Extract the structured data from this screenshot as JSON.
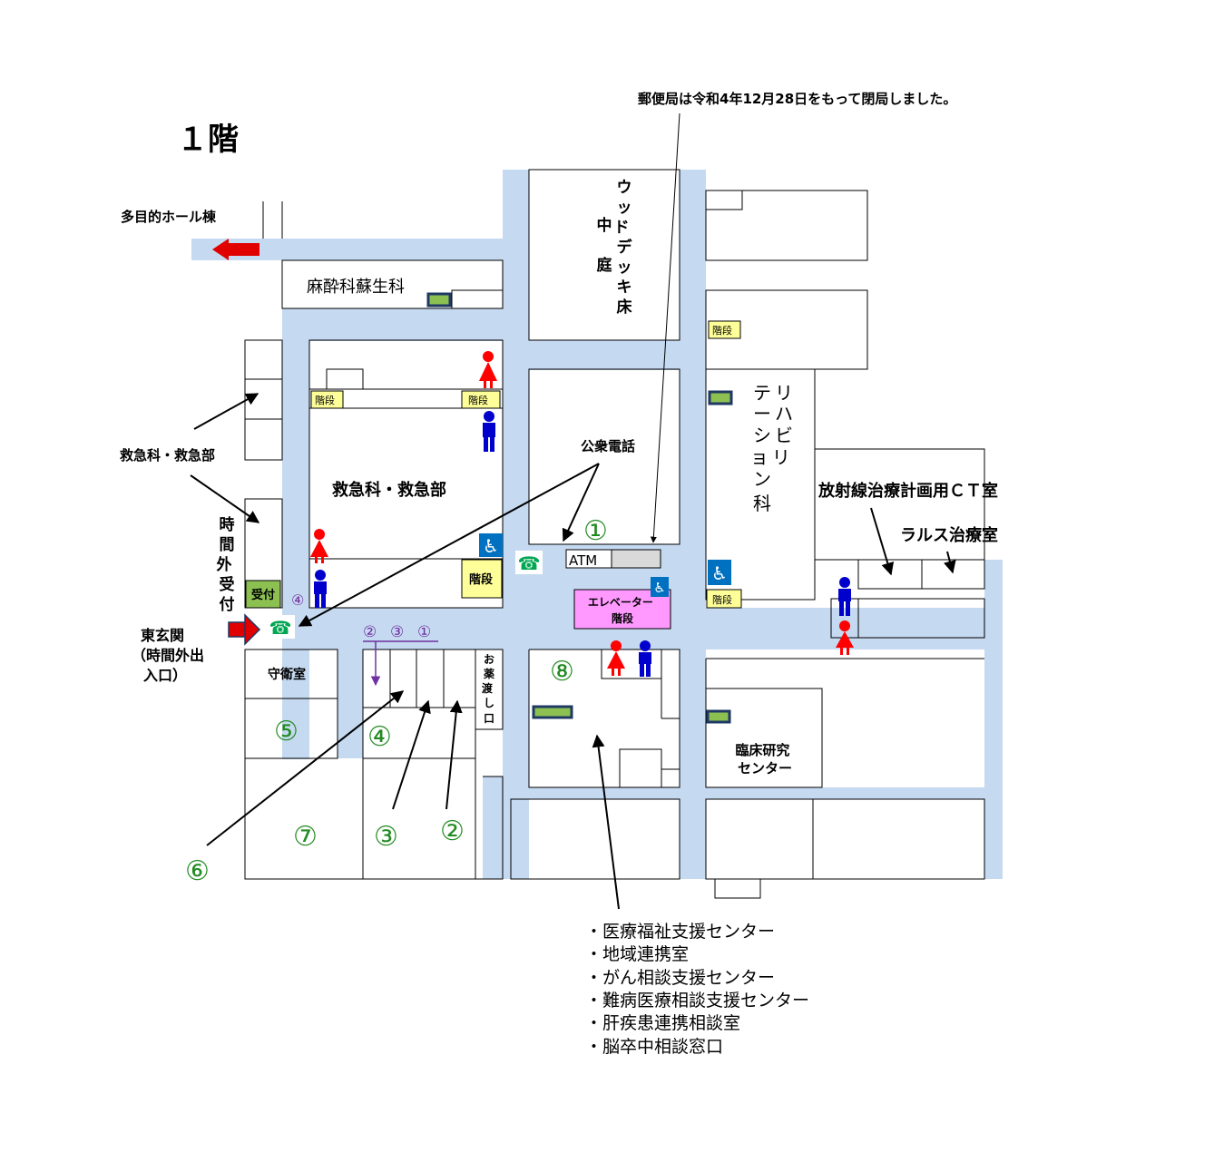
{
  "floor_title": "１階",
  "notice": "郵便局は令和4年12月28日をもって閉局しました。",
  "labels": {
    "multipurpose_hall": "多目的ホール棟",
    "anesthesiology": "麻酔科蘇生科",
    "wood_deck_v1": "ウッドデッキ床",
    "courtyard_v": "中庭",
    "emergency_side": "救急科・救急部",
    "emergency_main": "救急科・救急部",
    "after_hours_v": "時間外受付",
    "reception": "受付",
    "east_entrance": [
      "東玄関",
      "（時間外出",
      "入口）"
    ],
    "guard_room": "守衛室",
    "public_phone": "公衆電話",
    "atm": "ATM",
    "elevator": [
      "エレベーター",
      "階段"
    ],
    "rehab_col1": "リハビリ",
    "rehab_col2": "テーション科",
    "radiation_ct": "放射線治療計画用ＣＴ室",
    "rals": "ラルス治療室",
    "clinical_research": [
      "臨床研究",
      "センター"
    ],
    "medicine_pickup_v": "お薬渡し口",
    "stairs": "階段",
    "route_numbers_top": [
      "②",
      "③",
      "①"
    ],
    "route_number_4": "④"
  },
  "circled_numbers": {
    "n1": "①",
    "n2": "②",
    "n3": "③",
    "n4": "④",
    "n5": "⑤",
    "n6": "⑥",
    "n7": "⑦",
    "n8": "⑧"
  },
  "services_list": [
    "・医療福祉支援センター",
    "・地域連携室",
    "・がん相談支援センター",
    "・難病医療相談支援センター",
    "・肝疾患連携相談室",
    "・脳卒中相談窓口"
  ],
  "icons": [
    "toilet-female-icon",
    "toilet-male-icon",
    "wheelchair-icon",
    "telephone-icon",
    "entrance-arrow-icon",
    "aed-box-icon"
  ],
  "colors": {
    "corridor": "#c5d9f1",
    "stairs": "#ffff99",
    "elevator": "#ff99ff",
    "reception": "#8cc152",
    "female": "#ff0000",
    "male": "#0000cc",
    "circled_number": "#228b22",
    "route_purple": "#7030a0",
    "arrow_red": "#e00000",
    "accessible_blue": "#0070c0"
  }
}
